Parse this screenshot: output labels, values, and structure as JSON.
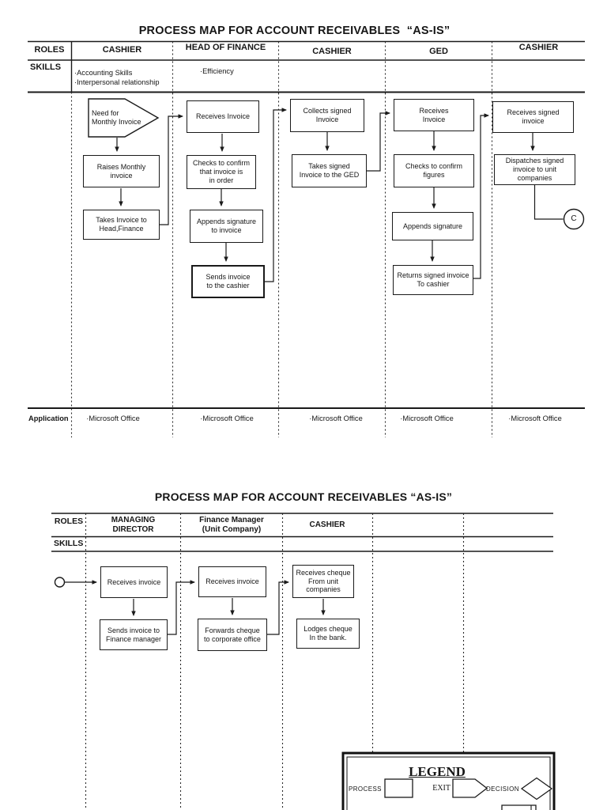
{
  "map1": {
    "title": "PROCESS MAP FOR ACCOUNT RECEIVABLES  “AS-IS”",
    "roles_label": "ROLES",
    "skills_label": "SKILLS",
    "application_label": "Application",
    "headers": [
      "CASHIER",
      "HEAD OF FINANCE",
      "CASHIER",
      "GED",
      "CASHIER"
    ],
    "skills": {
      "cashier": "·Accounting Skills\n·Interpersonal relationship",
      "head_of_finance": "·Efficiency"
    },
    "applications": [
      "·Microsoft Office",
      "·Microsoft Office",
      "·Microsoft Office",
      "·Microsoft Office",
      "·Microsoft Office"
    ],
    "nodes": {
      "need_monthly_invoice": "Need for\nMonthly Invoice",
      "raises_monthly_invoice": "Raises Monthly\ninvoice",
      "takes_invoice_head": "Takes Invoice to\nHead,Finance",
      "hof_receives_invoice": "Receives Invoice",
      "checks_invoice_order": "Checks to confirm\nthat invoice is\nin order",
      "appends_signature_invoice": "Appends signature\nto invoice",
      "sends_invoice_cashier": "Sends invoice\nto the cashier",
      "collects_signed_invoice": "Collects signed\nInvoice",
      "takes_signed_ged": "Takes signed\nInvoice to the GED",
      "ged_receives_invoice": "Receives\nInvoice",
      "checks_confirm_figures": "Checks to confirm\nfigures",
      "ged_appends_signature": "Appends signature",
      "returns_signed_invoice": "Returns signed invoice\nTo cashier",
      "receives_signed_invoice": "Receives signed\ninvoice",
      "dispatches_signed_invoice": "Dispatches signed\ninvoice to unit\ncompanies",
      "connector_c": "C"
    }
  },
  "map2": {
    "title": "PROCESS MAP FOR ACCOUNT RECEIVABLES “AS-IS”",
    "roles_label": "ROLES",
    "skills_label": "SKILLS",
    "headers": [
      "MANAGING\nDIRECTOR",
      "Finance Manager\n(Unit Company)",
      "CASHIER"
    ],
    "nodes": {
      "md_receives_invoice": "Receives invoice",
      "md_sends_invoice": "Sends invoice to\nFinance manager",
      "fm_receives_invoice": "Receives invoice",
      "fm_forwards_cheque": "Forwards cheque\nto corporate office",
      "receives_cheque_unit": "Receives cheque\nFrom unit\ncompanies",
      "lodges_cheque_bank": "Lodges cheque\nIn the bank."
    }
  },
  "legend": {
    "title": "LEGEND",
    "process_label": "PROCESS",
    "exit_label": "EXIT",
    "decision_label": "DECISION"
  }
}
